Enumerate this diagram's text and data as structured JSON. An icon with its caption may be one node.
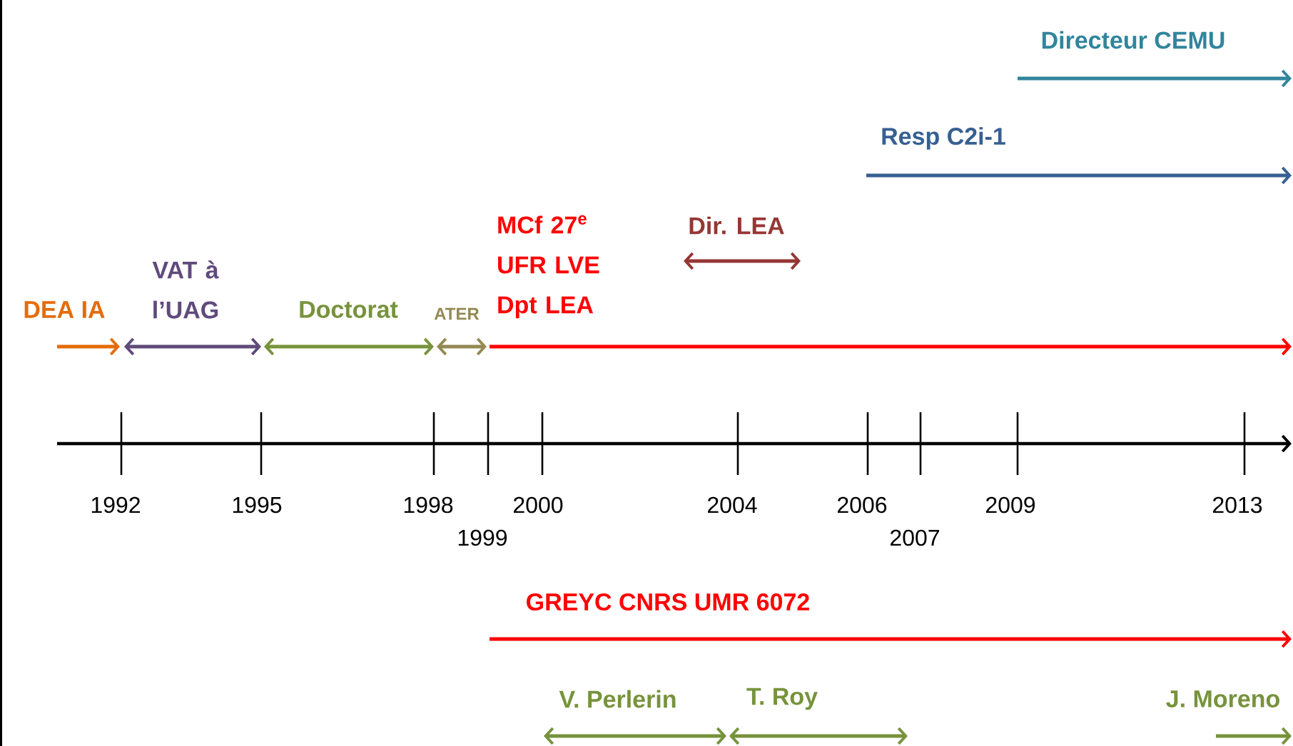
{
  "diagram": {
    "labels": [
      "Directeur CEMU",
      "Resp C2i-1",
      "MCf 27$^{e}$ UFR LVE Dpt LEA",
      "Dir. LEA",
      "VAT à l’UAG",
      "DEA IA",
      "Doctorat",
      "ATER",
      "1992",
      "1995",
      "1998",
      "1999",
      "2000",
      "2004",
      "2006",
      "2007",
      "2009",
      "2013",
      "GREYC CNRS UMR 6072",
      "V. Perlerin",
      "T. Roy",
      "J. Moreno"
    ]
  }
}
